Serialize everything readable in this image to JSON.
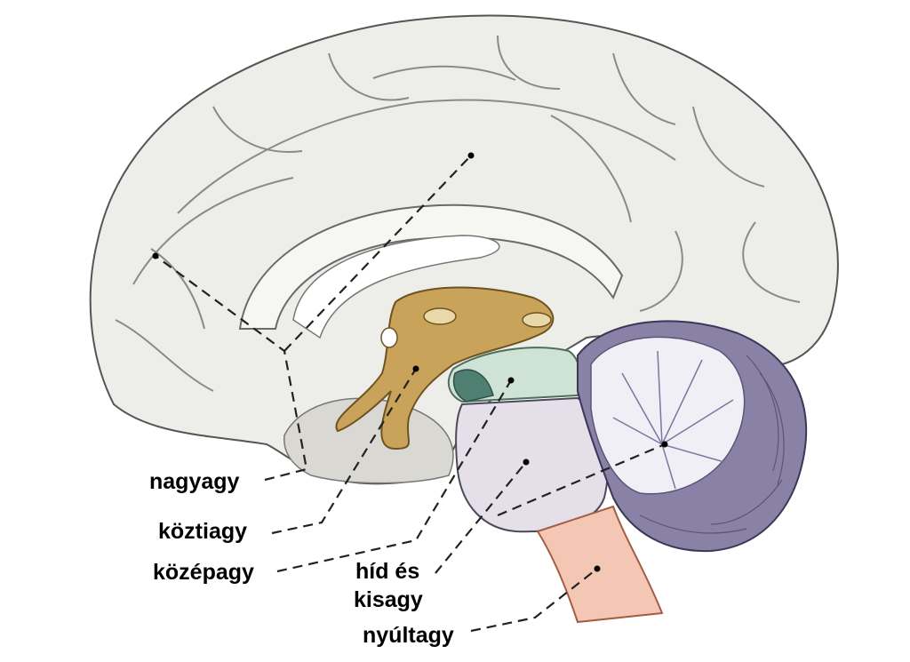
{
  "labels": {
    "nagyagy": "nagyagy",
    "koztiagy": "köztiagy",
    "kozepagy": "középagy",
    "hid": "híd és",
    "kisagy": "kisagy",
    "nyultagy": "nyúltagy"
  },
  "colors": {
    "cerebrum": "#ededea",
    "cerebrum_outline": "#555555",
    "diencephalon": "#c9a35a",
    "midbrain": "#cfe2d6",
    "pons": "#e4dfe9",
    "cerebellum": "#8a82a6",
    "medulla": "#f3c7b4",
    "leader_line": "#222222"
  }
}
